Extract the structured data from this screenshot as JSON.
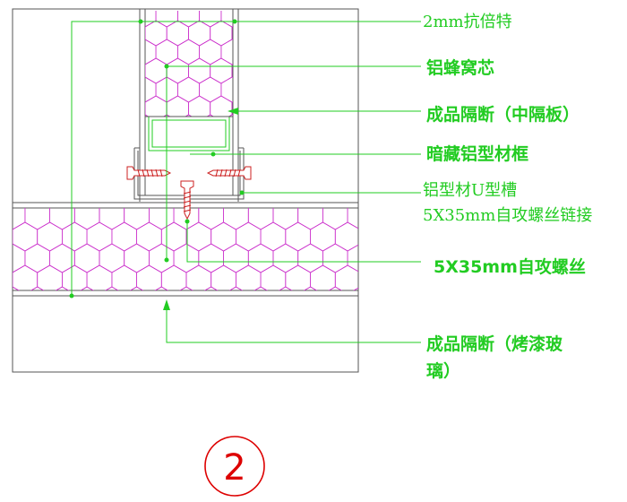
{
  "labels": {
    "antibeat": "2mm抗倍特",
    "honeycomb": "铝蜂窝芯",
    "partition_mid": "成品隔断（中隔板）",
    "frame": "暗藏铝型材框",
    "u_channel": "铝型材U型槽",
    "screw_link": "5X35mm自攻螺丝链接",
    "screw": "5X35mm自攻螺丝",
    "partition_glass_1": "成品隔断（烤漆玻",
    "partition_glass_2": "璃）"
  },
  "detail_number": "2",
  "colors": {
    "leader": "#22cc22",
    "honeycomb": "#cc33cc",
    "screw": "#cc2222",
    "outline": "#555555",
    "detail_circle": "#dd0000"
  }
}
